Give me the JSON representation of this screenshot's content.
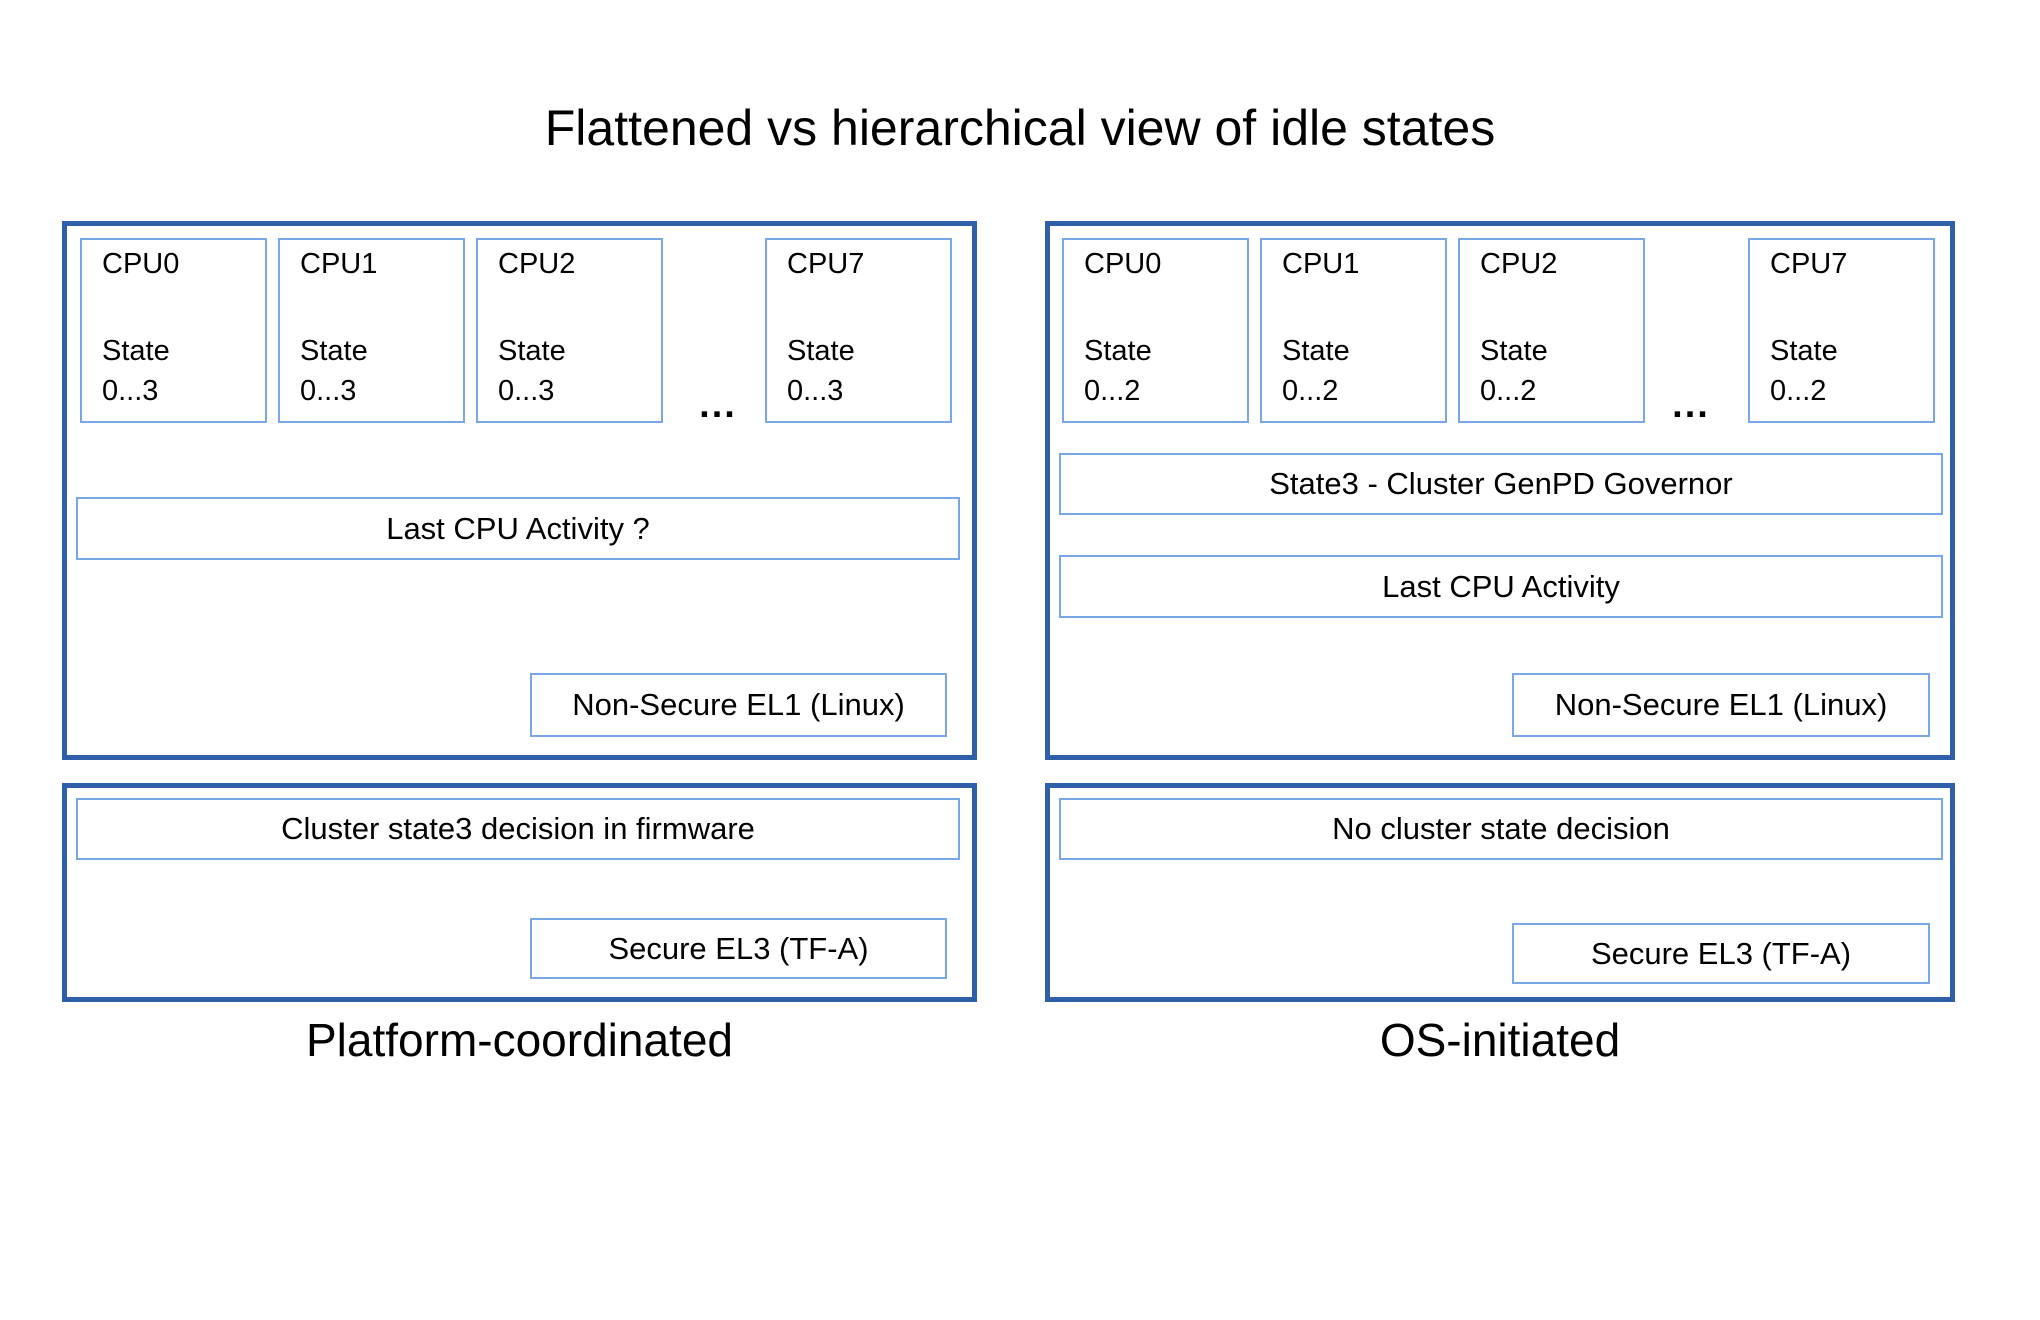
{
  "title": "Flattened vs hierarchical view of idle states",
  "colors": {
    "outer_border": "#2f5fa8",
    "inner_border": "#79a6e6",
    "text": "#000000",
    "background": "#ffffff"
  },
  "left": {
    "caption": "Platform-coordinated",
    "ellipsis": "...",
    "cpus": [
      {
        "name": "CPU0",
        "state_label": "State",
        "state_range": "0...3"
      },
      {
        "name": "CPU1",
        "state_label": "State",
        "state_range": "0...3"
      },
      {
        "name": "CPU2",
        "state_label": "State",
        "state_range": "0...3"
      },
      {
        "name": "CPU7",
        "state_label": "State",
        "state_range": "0...3"
      }
    ],
    "activity_box": "Last CPU Activity ?",
    "el1_box": "Non-Secure EL1 (Linux)",
    "firmware_box": "Cluster state3 decision in firmware",
    "el3_box": "Secure EL3 (TF-A)"
  },
  "right": {
    "caption": "OS-initiated",
    "ellipsis": "...",
    "cpus": [
      {
        "name": "CPU0",
        "state_label": "State",
        "state_range": "0...2"
      },
      {
        "name": "CPU1",
        "state_label": "State",
        "state_range": "0...2"
      },
      {
        "name": "CPU2",
        "state_label": "State",
        "state_range": "0...2"
      },
      {
        "name": "CPU7",
        "state_label": "State",
        "state_range": "0...2"
      }
    ],
    "governor_box": "State3 - Cluster GenPD Governor",
    "activity_box": "Last CPU Activity",
    "el1_box": "Non-Secure EL1 (Linux)",
    "firmware_box": "No cluster state decision",
    "el3_box": "Secure EL3 (TF-A)"
  }
}
